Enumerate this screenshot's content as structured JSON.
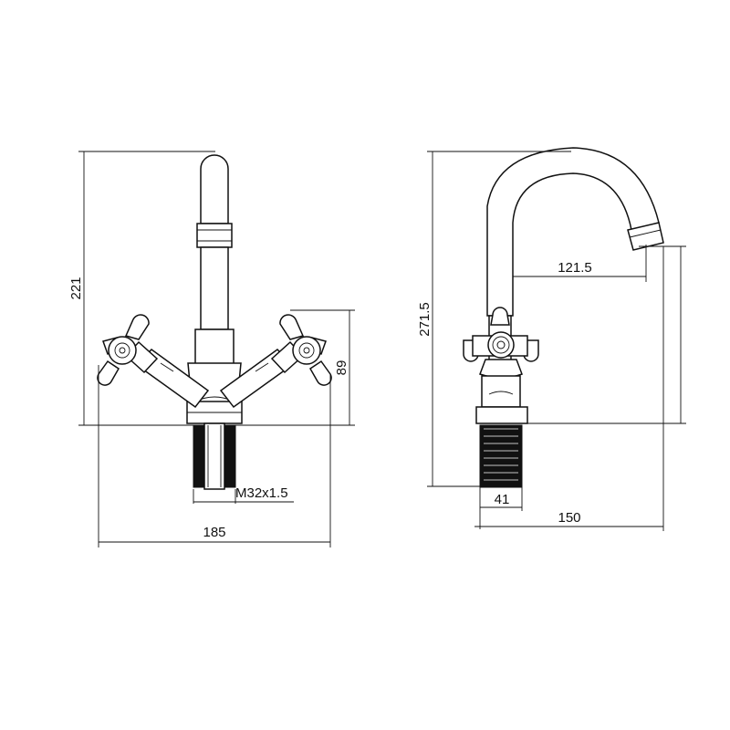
{
  "front_view": {
    "dimensions": {
      "height_total": "221",
      "height_body": "89",
      "width_total": "185",
      "thread": "M32x1.5"
    }
  },
  "side_view": {
    "dimensions": {
      "height_total": "271.5",
      "spout_reach": "121.5",
      "base_width": "41",
      "depth_total": "150"
    }
  }
}
